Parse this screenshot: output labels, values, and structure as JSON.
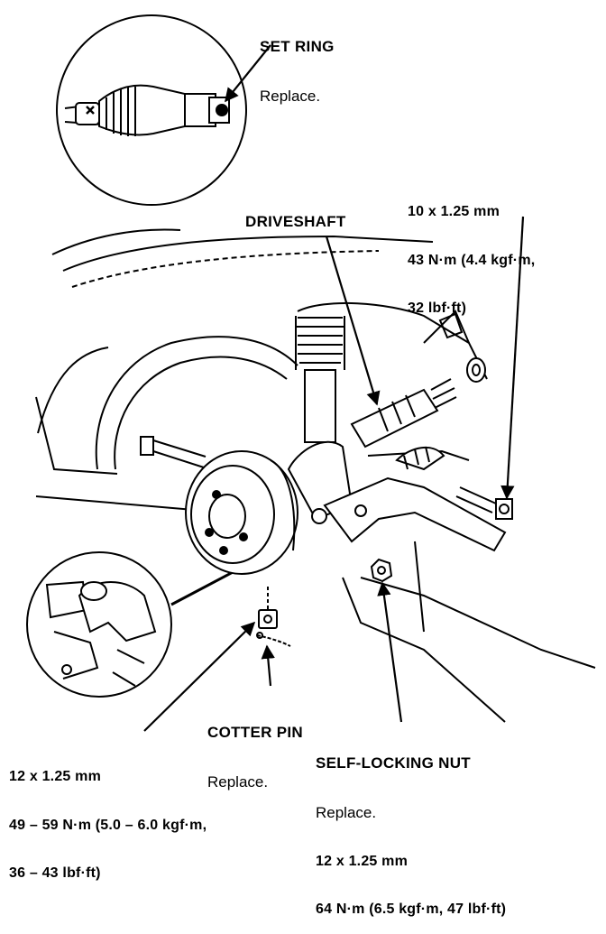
{
  "callouts": {
    "set_ring": {
      "name": "SET RING",
      "note": "Replace."
    },
    "bolt_spec": {
      "size": "10 x 1.25 mm",
      "torque_line1": "43 N·m (4.4 kgf·m,",
      "torque_line2": "32 lbf·ft)"
    },
    "driveshaft": {
      "name": "DRIVESHAFT"
    },
    "cotter_pin": {
      "name": "COTTER PIN",
      "note": "Replace."
    },
    "castle_nut_spec": {
      "size": "12 x 1.25 mm",
      "torque_line1": "49 – 59 N·m (5.0 – 6.0 kgf·m,",
      "torque_line2": "36 – 43 lbf·ft)"
    },
    "self_locking_nut": {
      "name": "SELF-LOCKING NUT",
      "note": "Replace.",
      "size": "12 x 1.25 mm",
      "torque": "64 N·m (6.5 kgf·m, 47 lbf·ft)"
    }
  }
}
